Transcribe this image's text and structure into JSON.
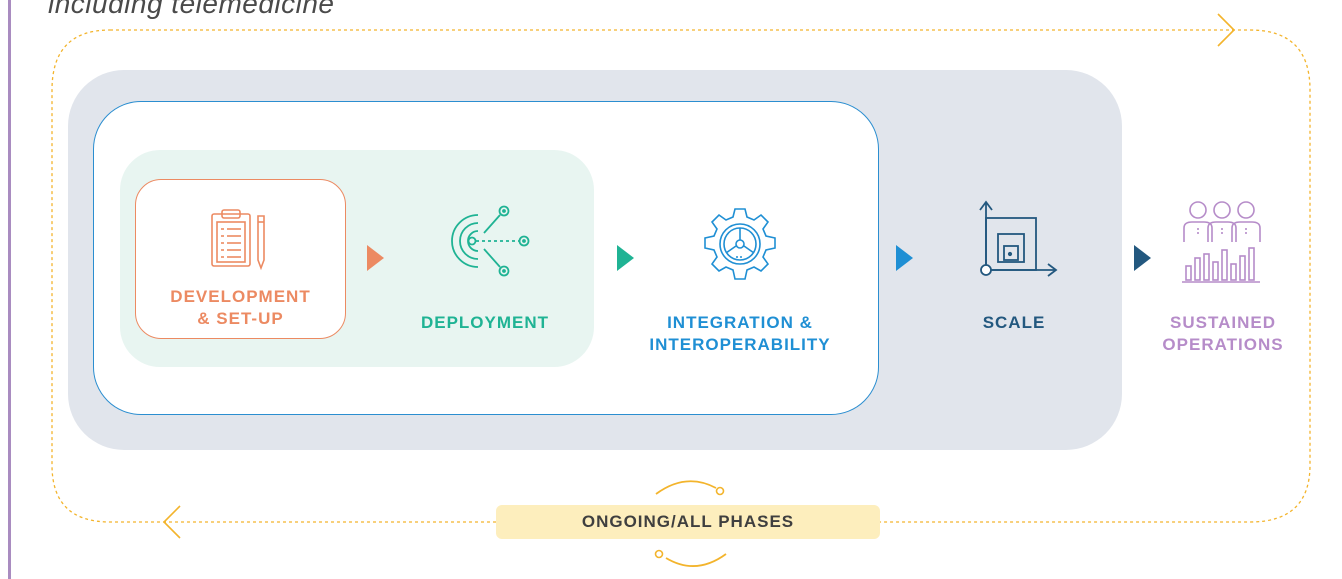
{
  "caption": "including telemedicine",
  "phases": [
    {
      "key": "development",
      "label_line1": "DEVELOPMENT",
      "label_line2": "& SET-UP",
      "color": "#ec8a62",
      "icon": "clipboard-pencil-icon"
    },
    {
      "key": "deployment",
      "label_line1": "DEPLOYMENT",
      "label_line2": "",
      "color": "#1fb394",
      "icon": "radar-network-icon"
    },
    {
      "key": "integration",
      "label_line1": "INTEGRATION &",
      "label_line2": "INTEROPERABILITY",
      "color": "#1f8fd4",
      "icon": "gear-icon"
    },
    {
      "key": "scale",
      "label_line1": "SCALE",
      "label_line2": "",
      "color": "#23587f",
      "icon": "scale-chart-icon"
    },
    {
      "key": "sustained",
      "label_line1": "SUSTAINED",
      "label_line2": "OPERATIONS",
      "color": "#b68cc9",
      "icon": "people-bar-chart-icon"
    }
  ],
  "ongoing": {
    "label": "ONGOING/ALL PHASES",
    "color": "#f3b42c"
  }
}
